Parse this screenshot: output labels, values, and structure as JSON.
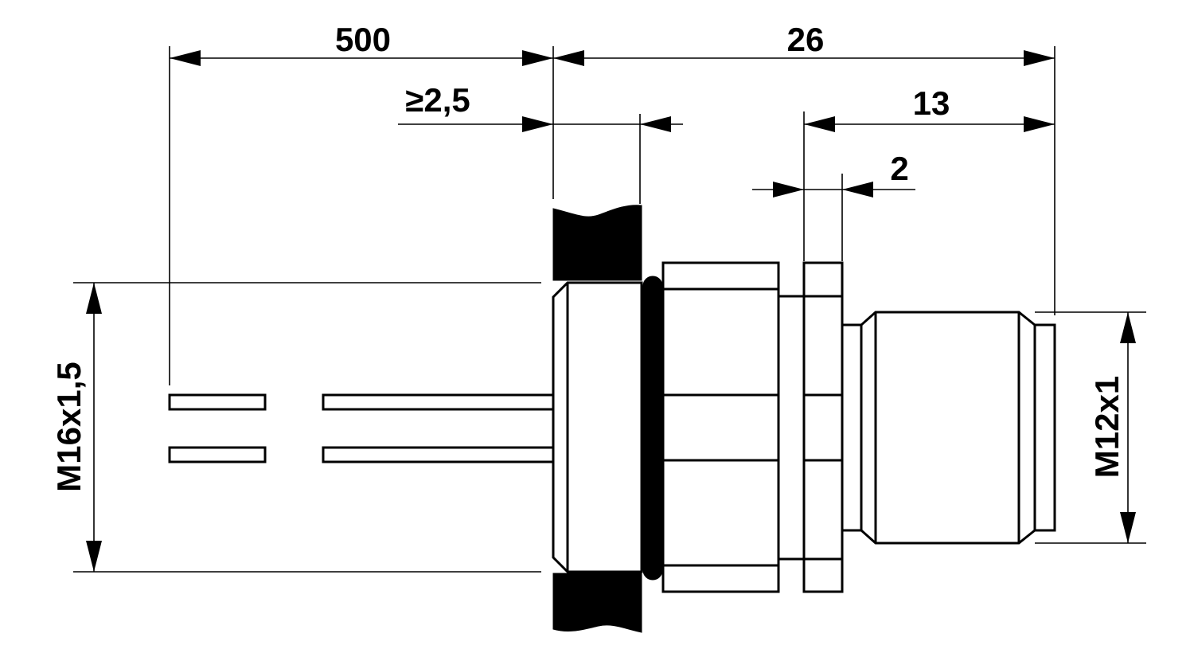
{
  "dimensions": {
    "cable_length": "500",
    "min_clearance": "≥2,5",
    "overall_length": "26",
    "thread_length": "13",
    "nut_thickness": "2",
    "panel_thread": "M16x1,5",
    "connector_thread": "M12x1"
  }
}
